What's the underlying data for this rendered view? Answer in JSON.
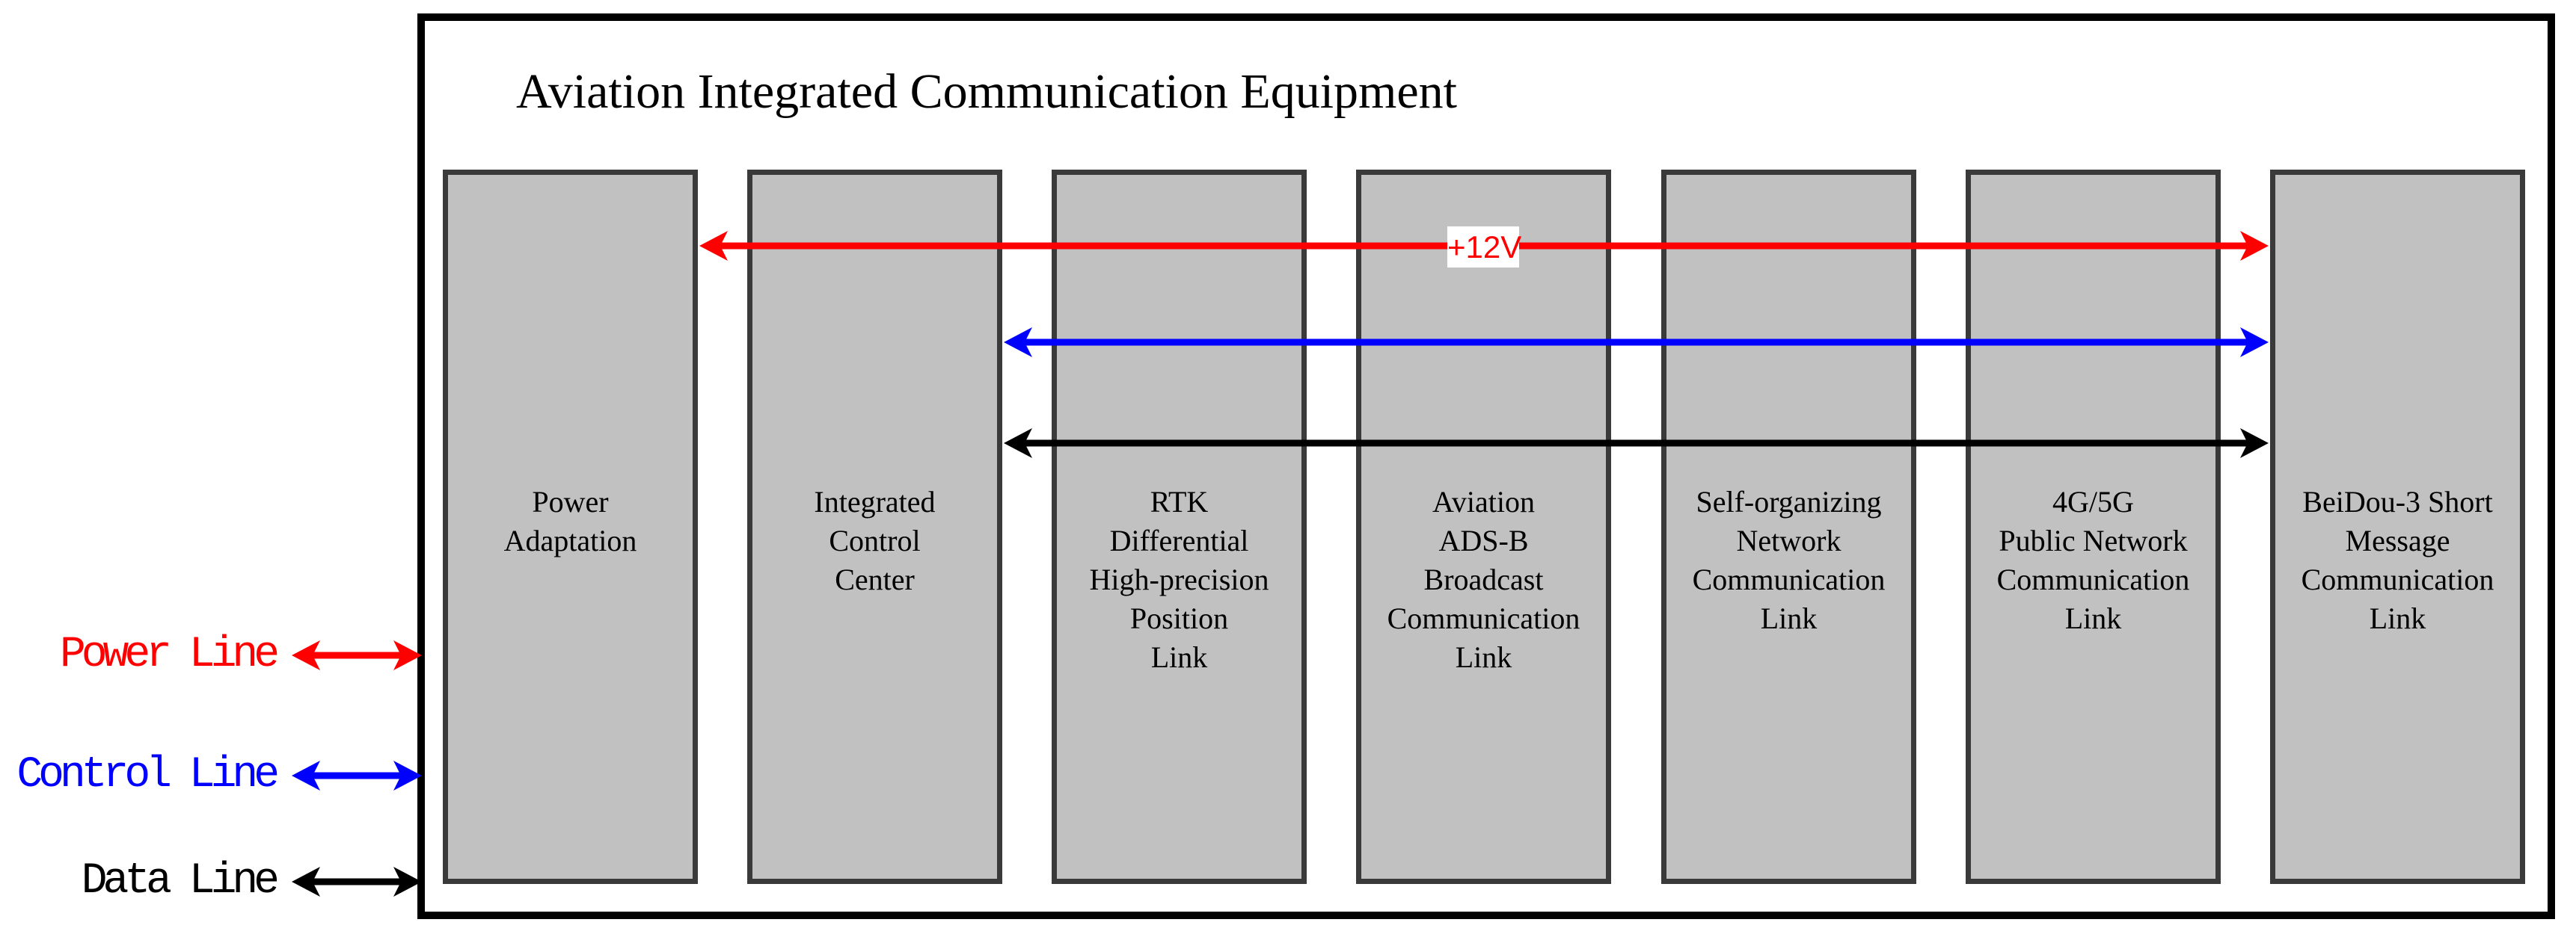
{
  "diagram": {
    "title": "Aviation Integrated Communication Equipment",
    "modules": [
      {
        "name": "power-adaptation",
        "label": "Power\nAdaptation"
      },
      {
        "name": "integrated-control-center",
        "label": "Integrated\nControl\nCenter"
      },
      {
        "name": "rtk-position-link",
        "label": "RTK\nDifferential\nHigh-precision\nPosition\nLink"
      },
      {
        "name": "adsb-broadcast-link",
        "label": "Aviation\nADS-B\nBroadcast\nCommunication\nLink"
      },
      {
        "name": "self-organizing-link",
        "label": "Self-organizing\nNetwork\nCommunication\nLink"
      },
      {
        "name": "public-network-link",
        "label": "4G/5G\nPublic Network\nCommunication\nLink"
      },
      {
        "name": "beidou-message-link",
        "label": "BeiDou-3 Short\nMessage\nCommunication\nLink"
      }
    ],
    "bus_arrows": [
      {
        "name": "power-bus",
        "color": "#FF0000",
        "label": "+12V"
      },
      {
        "name": "control-bus",
        "color": "#0000FF"
      },
      {
        "name": "data-bus",
        "color": "#000000"
      }
    ],
    "legend": [
      {
        "name": "power-line",
        "label": "Power Line",
        "color": "#FF0000"
      },
      {
        "name": "control-line",
        "label": "Control Line",
        "color": "#0000FF"
      },
      {
        "name": "data-line",
        "label": "Data Line",
        "color": "#000000"
      }
    ],
    "module_fill": "#C1C1C1",
    "module_border": "#3A3A3A",
    "outer_border": "#000000"
  }
}
